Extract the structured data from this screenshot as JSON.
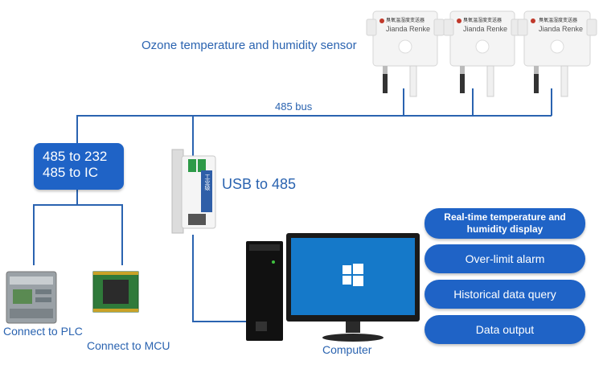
{
  "sensor_label": "Ozone temperature and humidity sensor",
  "sensor_brand": "Jianda Renke",
  "sensor_header_text": "臭氧温湿度变送器",
  "bus_label": "485 bus",
  "converter_box": {
    "line1": "485 to 232",
    "line2": "485 to IC"
  },
  "usb_label": "USB to 485",
  "usb_device_text": "工业级",
  "plc_label": "Connect to PLC",
  "mcu_label": "Connect to MCU",
  "computer_label": "Computer",
  "features": [
    {
      "line1": "Real-time temperature and",
      "line2": "humidity display"
    },
    {
      "label": "Over-limit alarm"
    },
    {
      "label": "Historical data query"
    },
    {
      "label": "Data output"
    }
  ],
  "colors": {
    "accent": "#1f63c6",
    "line": "#2a63b0",
    "label_text": "#2a63b0"
  }
}
